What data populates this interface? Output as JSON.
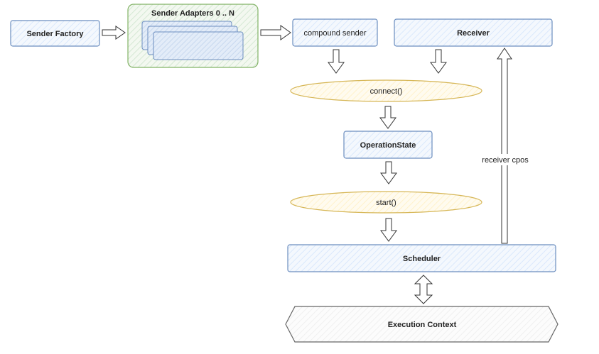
{
  "nodes": {
    "sender_factory": "Sender Factory",
    "sender_adapters": "Sender Adapters 0 .. N",
    "compound_sender": "compound sender",
    "receiver": "Receiver",
    "connect": "connect()",
    "operation_state": "OperationState",
    "start": "start()",
    "scheduler": "Scheduler",
    "execution_context": "Execution Context"
  },
  "edges": {
    "receiver_cpos": "receiver cpos"
  },
  "colors": {
    "box_stroke": "#6c8ebf",
    "box_fill": "#dae8fc",
    "green_stroke": "#82b366",
    "green_fill": "#d5e8d4",
    "ellipse_stroke": "#d6b656",
    "ellipse_fill": "#fff2cc",
    "arrow_stroke": "#333333"
  }
}
